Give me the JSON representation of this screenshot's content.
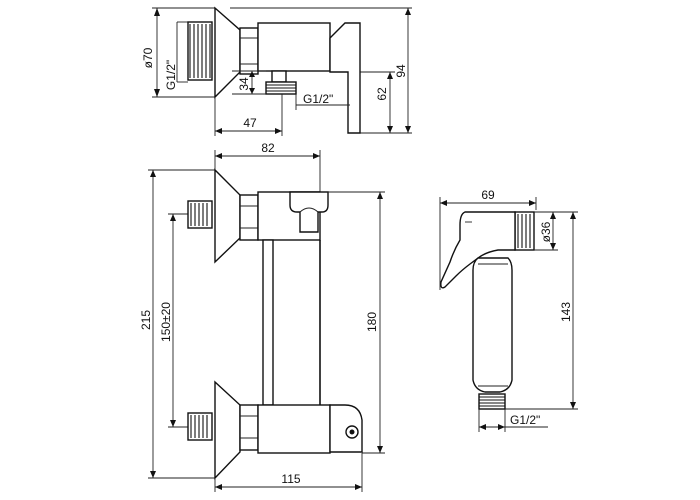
{
  "drawing": {
    "top_view": {
      "dim_diameter": "ø70",
      "dim_inlet_thread": "G1/2\"",
      "dim_outlet_thread": "G1/2\"",
      "dim_depth_34": "34",
      "dim_height_62": "62",
      "dim_height_94": "94",
      "dim_offset_47": "47"
    },
    "front_view": {
      "dim_width_82": "82",
      "dim_height_215": "215",
      "dim_centers": "150±20",
      "dim_height_180": "180",
      "dim_width_115": "115"
    },
    "hand_shower": {
      "dim_length_69": "69",
      "dim_diameter_36": "ø36",
      "dim_height_143": "143",
      "dim_thread": "G1/2\""
    }
  }
}
